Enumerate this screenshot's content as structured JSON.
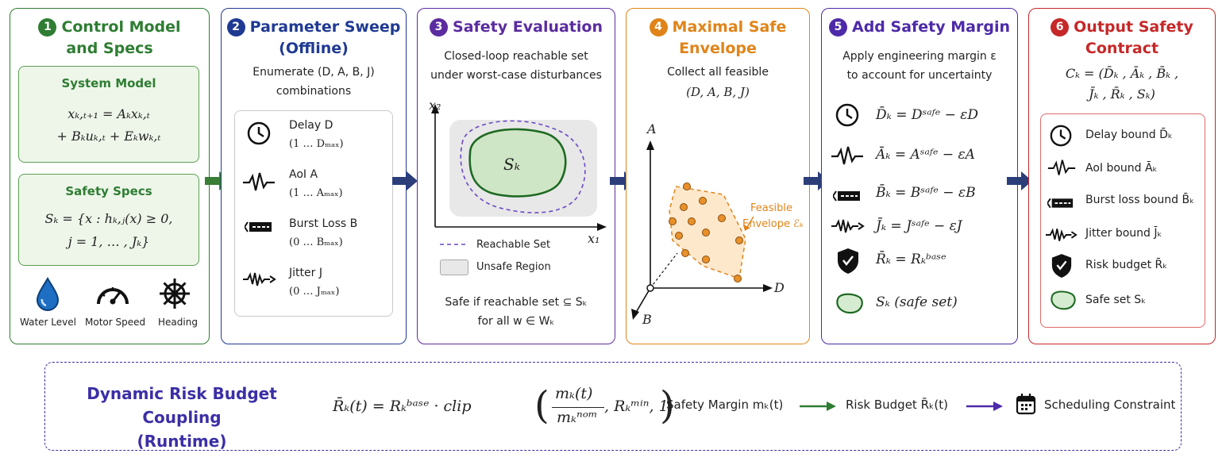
{
  "colors": {
    "green": "#2e7d32",
    "blue": "#1f3a93",
    "purple": "#5b2c9f",
    "orange": "#e08419",
    "violet": "#4d2aa8",
    "red": "#c62828",
    "arrow": "#2c3e7a",
    "arrow_green": "#3a7d34"
  },
  "panel1": {
    "num": "1",
    "title_line1": "Control Model",
    "title_line2": "and Specs",
    "sys_title": "System Model",
    "sys_eq1": "xₖ,ₜ₊₁ = Aₖxₖ,ₜ",
    "sys_eq2": "+ Bₖuₖ,ₜ + Eₖwₖ,ₜ",
    "spec_title": "Safety Specs",
    "spec_eq1": "Sₖ = {x : hₖ,ⱼ(x) ≥ 0,",
    "spec_eq2": "j = 1, … , Jₖ}",
    "icons": [
      {
        "name": "water-drop-icon",
        "label": "Water Level"
      },
      {
        "name": "speedometer-icon",
        "label": "Motor Speed"
      },
      {
        "name": "ship-wheel-icon",
        "label": "Heading"
      }
    ]
  },
  "panel2": {
    "num": "2",
    "title_line1": "Parameter Sweep",
    "title_line2": "(Offline)",
    "desc_line1": "Enumerate (D, A, B, J)",
    "desc_line2": "combinations",
    "items": [
      {
        "icon": "clock-icon",
        "label": "Delay D",
        "range": "(1 … Dₘₐₓ)"
      },
      {
        "icon": "signal-pulse-icon",
        "label": "AoI A",
        "range": "(1 … Aₘₐₓ)"
      },
      {
        "icon": "burst-loss-icon",
        "label": "Burst Loss B",
        "range": "(0 … Bₘₐₓ)"
      },
      {
        "icon": "jitter-icon",
        "label": "Jitter J",
        "range": "(0 … Jₘₐₓ)"
      }
    ]
  },
  "panel3": {
    "num": "3",
    "title": "Safety Evaluation",
    "desc_line1": "Closed-loop reachable set",
    "desc_line2": "under worst-case disturbances",
    "x_axis": "x₁",
    "y_axis": "x₂",
    "set_label": "Sₖ",
    "legend_reach": "Reachable Set",
    "legend_unsafe": "Unsafe Region",
    "foot_line1": "Safe if reachable set ⊆ Sₖ",
    "foot_line2": "for all w ∈ Wₖ"
  },
  "panel4": {
    "num": "4",
    "title_line1": "Maximal Safe",
    "title_line2": "Envelope",
    "desc_line1": "Collect all feasible",
    "desc_line2": "(D, A, B, J)",
    "axis_a": "A",
    "axis_d": "D",
    "axis_b": "B",
    "feasible_line1": "Feasible",
    "feasible_line2": "Envelope ℰₖ"
  },
  "panel5": {
    "num": "5",
    "title": "Add Safety Margin",
    "desc_line1": "Apply engineering margin ε",
    "desc_line2": "to account for uncertainty",
    "rows": [
      {
        "icon": "clock-icon",
        "eq": "D̄ₖ = Dˢᵃᶠᵉ − εD"
      },
      {
        "icon": "signal-pulse-icon",
        "eq": "Āₖ = Aˢᵃᶠᵉ − εA"
      },
      {
        "icon": "burst-loss-icon",
        "eq": "B̄ₖ = Bˢᵃᶠᵉ − εB"
      },
      {
        "icon": "jitter-icon",
        "eq": "J̄ₖ = Jˢᵃᶠᵉ − εJ"
      },
      {
        "icon": "shield-icon",
        "eq": "R̄ₖ = Rₖᵇᵃˢᵉ"
      },
      {
        "icon": "safe-set-icon",
        "eq": "Sₖ  (safe set)"
      }
    ]
  },
  "panel6": {
    "num": "6",
    "title_line1": "Output Safety",
    "title_line2": "Contract",
    "contract_line1": "Cₖ = (D̄ₖ , Āₖ , B̄ₖ ,",
    "contract_line2": "J̄ₖ , R̄ₖ , Sₖ)",
    "rows": [
      {
        "icon": "clock-icon",
        "label": "Delay bound D̄ₖ"
      },
      {
        "icon": "signal-pulse-icon",
        "label": "AoI bound Āₖ"
      },
      {
        "icon": "burst-loss-icon",
        "label": "Burst loss bound B̄ₖ"
      },
      {
        "icon": "jitter-icon",
        "label": "Jitter bound J̄ₖ"
      },
      {
        "icon": "shield-icon",
        "label": "Risk budget R̄ₖ"
      },
      {
        "icon": "safe-set-icon",
        "label": "Safe set Sₖ"
      }
    ]
  },
  "bottom": {
    "title_line1": "Dynamic Risk Budget Coupling",
    "title_line2": "(Runtime)",
    "formula_lhs": "R̄ₖ(t) = Rₖᵇᵃˢᵉ · clip",
    "formula_num": "mₖ(t)",
    "formula_den": "mₖⁿᵒᵐ",
    "formula_rest": ",  Rₖᵐⁱⁿ, 1",
    "flow1": "Safety Margin  mₖ(t)",
    "flow2": "Risk Budget  R̄ₖ(t)",
    "flow3": "Scheduling Constraint"
  }
}
